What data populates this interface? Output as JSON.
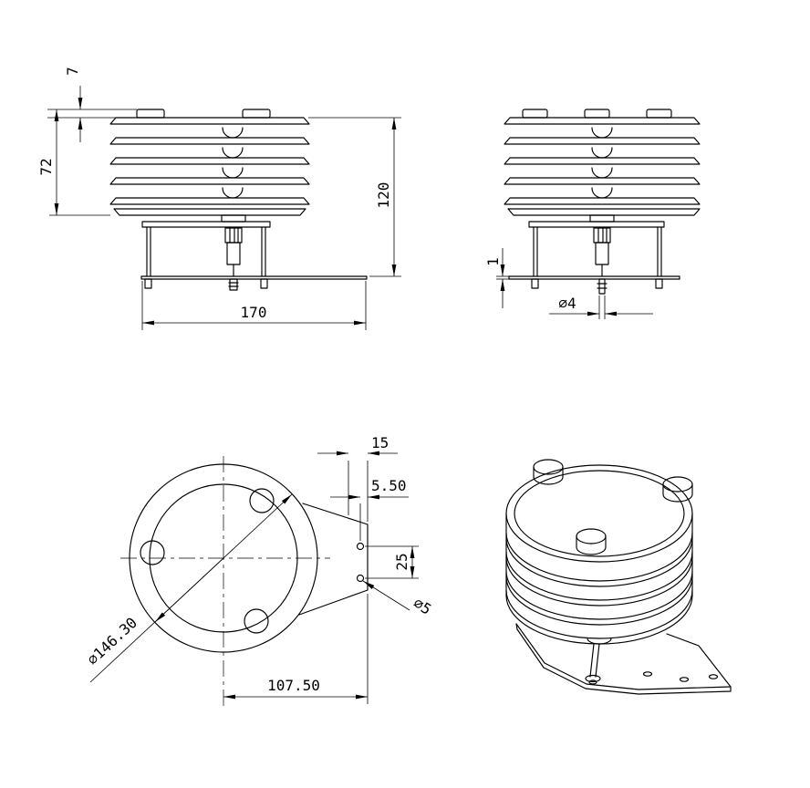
{
  "drawing": {
    "type": "technical-drawing",
    "subject": "Louvered radiation shield sensor housing - multi-view dimensioned drawing",
    "background": "#ffffff",
    "line_color": "#000000",
    "views": {
      "front": {
        "label": "front-view",
        "dimensions": {
          "knob_height": "7",
          "louver_stack_height": "72",
          "overall_height": "120",
          "base_plate_length": "170"
        }
      },
      "side": {
        "label": "side-view",
        "dimensions": {
          "base_plate_thickness": "1",
          "screw_diameter": "⌀4"
        }
      },
      "plan": {
        "label": "bottom-plan-view",
        "dimensions": {
          "tab_width": "15",
          "hole_edge_offset": "5.50",
          "hole_spacing": "25",
          "small_hole_diameter": "⌀5",
          "plate_diameter": "⌀146.30",
          "center_to_tab_edge": "107.50"
        }
      },
      "isometric": {
        "label": "isometric-view"
      }
    }
  }
}
